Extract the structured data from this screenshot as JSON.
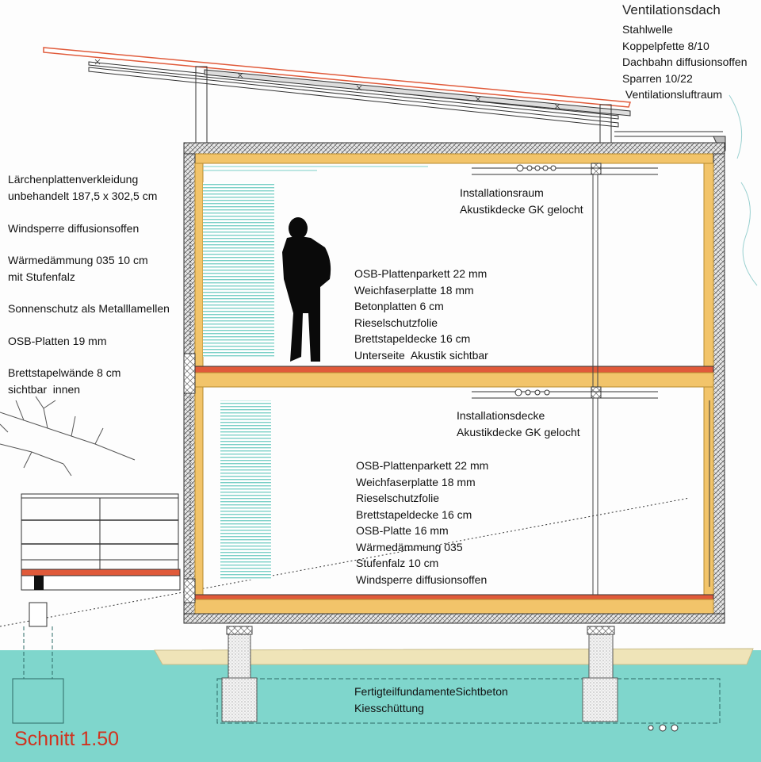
{
  "title": "Schnitt 1.50",
  "colors": {
    "timber": "#f2c46a",
    "timber_edge": "#b78a2e",
    "ground": "#7fd6cc",
    "gravel": "#efe4b8",
    "roof_red": "#e05a3a",
    "title_red": "#d0331f",
    "insulation": "#d9d9d9",
    "lamellas": "#6fc7be"
  },
  "roof": {
    "heading": "Ventilationsdach",
    "layers": [
      "Stahlwelle",
      "Koppelpfette 8/10",
      "Dachbahn diffusionsoffen",
      "Sparren 10/22",
      " Ventilationsluftraum"
    ]
  },
  "wall": {
    "groups": [
      [
        "Lärchenplattenverkleidung",
        "unbehandelt 187,5 x 302,5 cm"
      ],
      [
        "Windsperre diffusionsoffen"
      ],
      [
        "Wärmedämmung 035 10 cm",
        "mit Stufenfalz"
      ],
      [
        "Sonnenschutz als Metalllamellen"
      ],
      [
        "OSB-Platten 19 mm"
      ],
      [
        "Brettstapelwände 8 cm",
        "sichtbar  innen"
      ]
    ]
  },
  "installation_room": [
    "Installationsraum",
    "Akustikdecke GK gelocht"
  ],
  "upper_floor": [
    "OSB-Plattenparkett 22 mm",
    "Weichfaserplatte 18 mm",
    "Betonplatten 6 cm",
    "Rieselschutzfolie",
    "Brettstapeldecke 16 cm",
    "Unterseite  Akustik sichtbar"
  ],
  "installation_ceiling": [
    "Installationsdecke",
    "Akustikdecke GK gelocht"
  ],
  "ground_floor": [
    "OSB-Plattenparkett 22 mm",
    "Weichfaserplatte 18 mm",
    "Rieselschutzfolie",
    "Brettstapeldecke 16 cm",
    "OSB-Platte 16 mm",
    "Wärmedämmung 035",
    "Stufenfalz 10 cm",
    "Windsperre diffusionsoffen"
  ],
  "foundation": [
    "FertigteilfundamenteSichtbeton",
    "Kiesschüttung"
  ]
}
